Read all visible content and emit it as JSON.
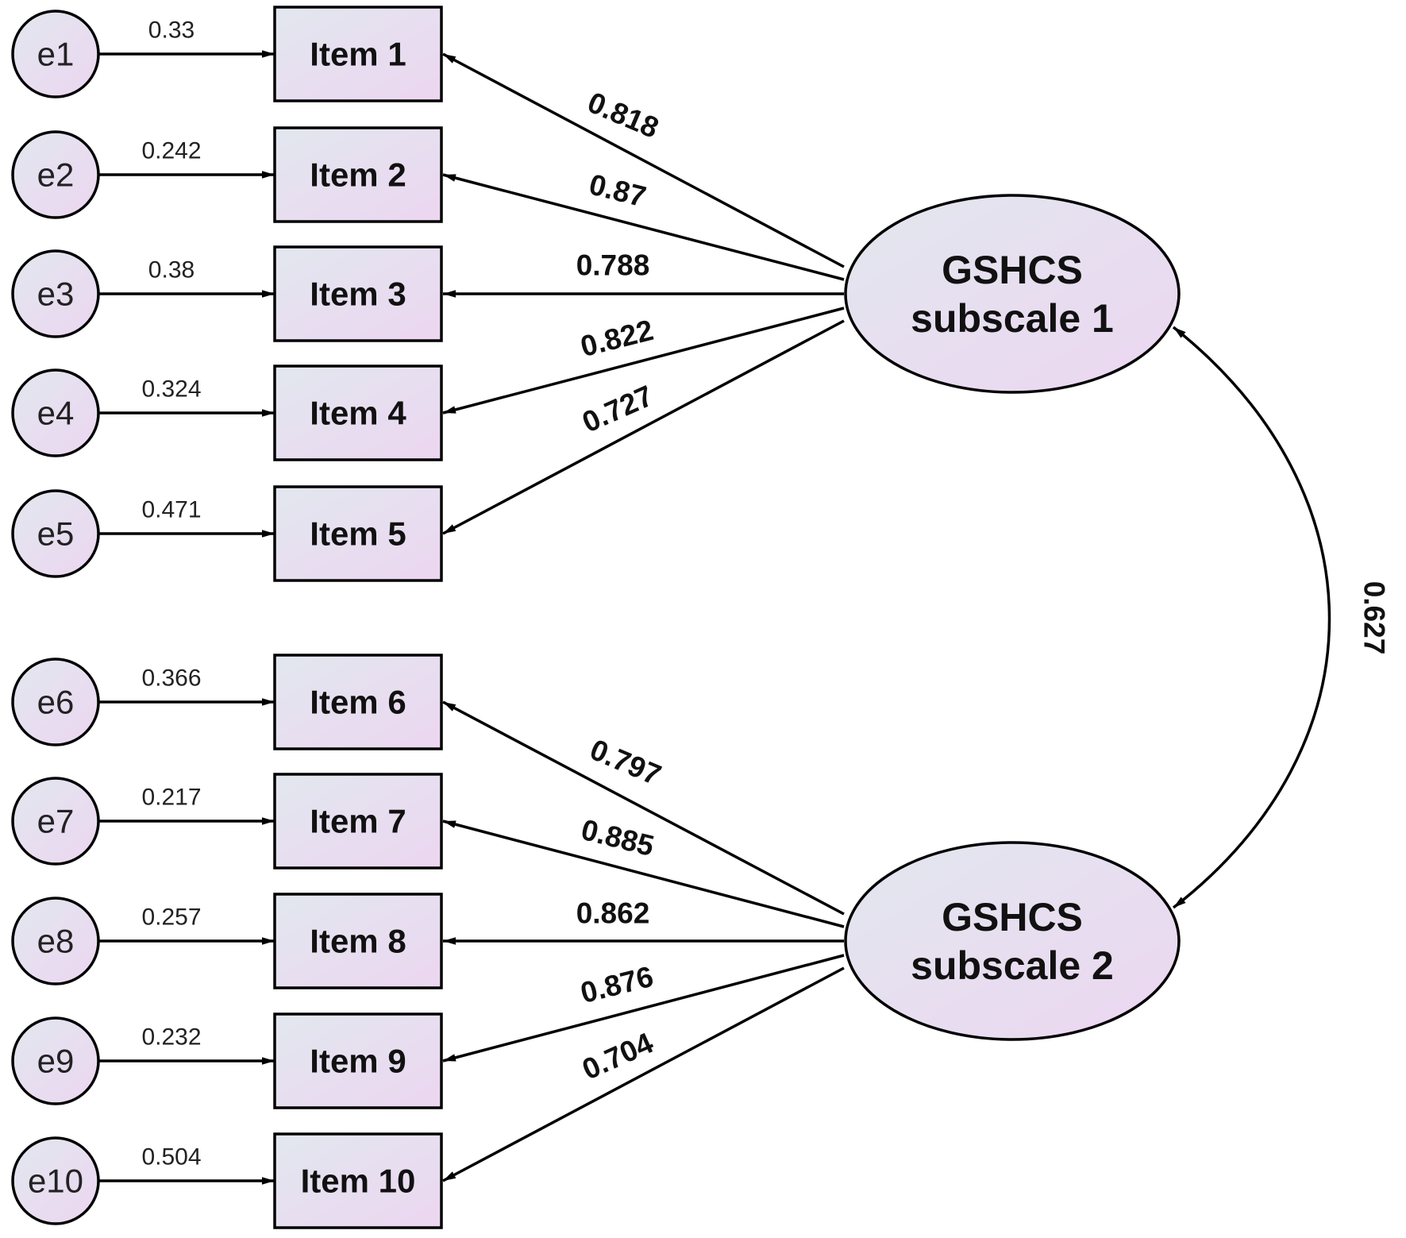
{
  "diagram": {
    "errors": [
      {
        "label": "e1",
        "value": "0.33"
      },
      {
        "label": "e2",
        "value": "0.242"
      },
      {
        "label": "e3",
        "value": "0.38"
      },
      {
        "label": "e4",
        "value": "0.324"
      },
      {
        "label": "e5",
        "value": "0.471"
      },
      {
        "label": "e6",
        "value": "0.366"
      },
      {
        "label": "e7",
        "value": "0.217"
      },
      {
        "label": "e8",
        "value": "0.257"
      },
      {
        "label": "e9",
        "value": "0.232"
      },
      {
        "label": "e10",
        "value": "0.504"
      }
    ],
    "items": [
      "Item 1",
      "Item 2",
      "Item 3",
      "Item 4",
      "Item 5",
      "Item 6",
      "Item 7",
      "Item 8",
      "Item 9",
      "Item 10"
    ],
    "latents": [
      {
        "line1": "GSHCS",
        "line2": "subscale 1",
        "loadings": [
          "0.818",
          "0.87",
          "0.788",
          "0.822",
          "0.727"
        ]
      },
      {
        "line1": "GSHCS",
        "line2": "subscale 2",
        "loadings": [
          "0.797",
          "0.885",
          "0.862",
          "0.876",
          "0.704"
        ]
      }
    ],
    "correlation": "0.627",
    "colors": {
      "fill_start": "#e2e7ef",
      "fill_end": "#ecd6f0",
      "stroke": "#000000"
    }
  }
}
